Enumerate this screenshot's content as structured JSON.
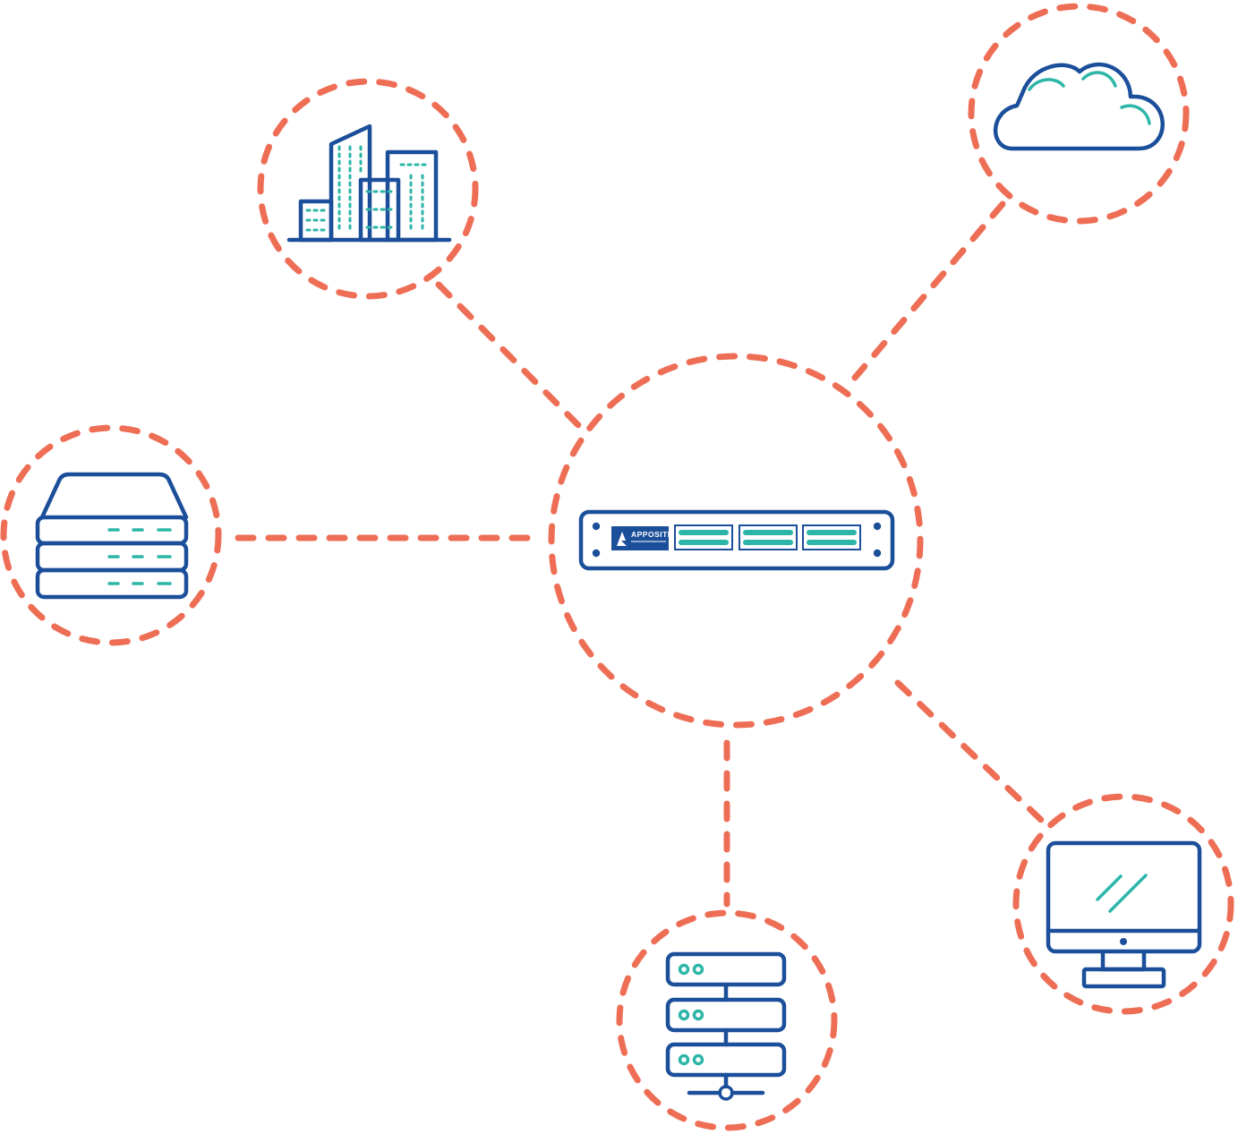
{
  "diagram": {
    "colors": {
      "connector": "#EE6E55",
      "icon_primary": "#1B4F9A",
      "icon_accent": "#2DB6A8",
      "background": "#FFFFFF"
    },
    "center_node": {
      "icon": "network-appliance-icon",
      "logo_text": "APPOSITE"
    },
    "nodes": [
      {
        "id": "buildings",
        "icon": "office-buildings-icon"
      },
      {
        "id": "cloud",
        "icon": "cloud-icon"
      },
      {
        "id": "storage",
        "icon": "storage-array-icon"
      },
      {
        "id": "servers",
        "icon": "server-rack-icon"
      },
      {
        "id": "desktop",
        "icon": "desktop-monitor-icon"
      }
    ]
  }
}
